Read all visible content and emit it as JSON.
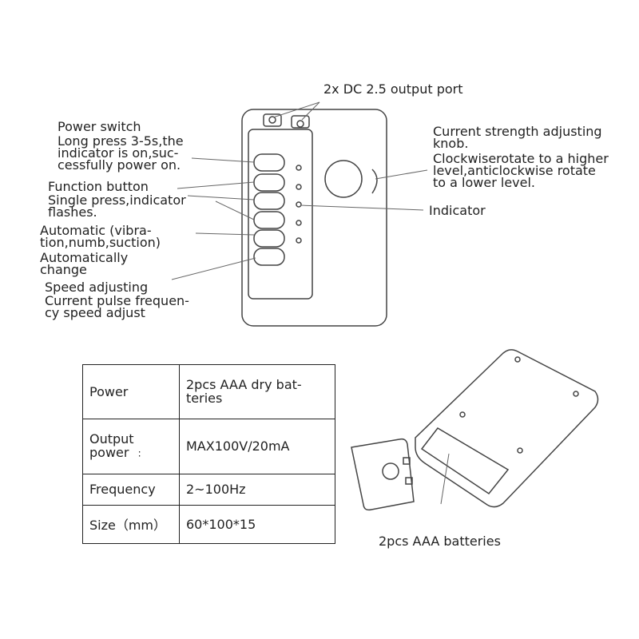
{
  "labels": {
    "output_port": "2x DC 2.5 output port",
    "power_switch": "Power switch",
    "power_switch_desc": "Long press 3-5s,the\nindicator is on,suc-\ncessfully power on.",
    "function_button": "Function button",
    "function_button_desc": "Single press,indicator\nflashes.",
    "automatic": "Automatic (vibra-\ntion,numb,suction)",
    "automatic_change": "Automatically\nchange",
    "speed_adjusting": "Speed adjusting",
    "speed_adjusting_desc": "Current pulse frequen-\ncy speed adjust",
    "knob": "Current strength adjusting\nknob.",
    "knob_desc": "Clockwiserotate to a higher\nlevel,anticlockwise rotate\nto a lower level.",
    "indicator": "Indicator",
    "batteries": "2pcs AAA batteries"
  },
  "spec_table": [
    {
      "key": "Power",
      "value": "2pcs AAA dry bat-\nteries"
    },
    {
      "key": "Output\npower",
      "colon": ":",
      "value": "MAX100V/20mA"
    },
    {
      "key": "Frequency",
      "value": "2~100Hz"
    },
    {
      "key": "Size（mm）",
      "value": "60*100*15"
    }
  ]
}
